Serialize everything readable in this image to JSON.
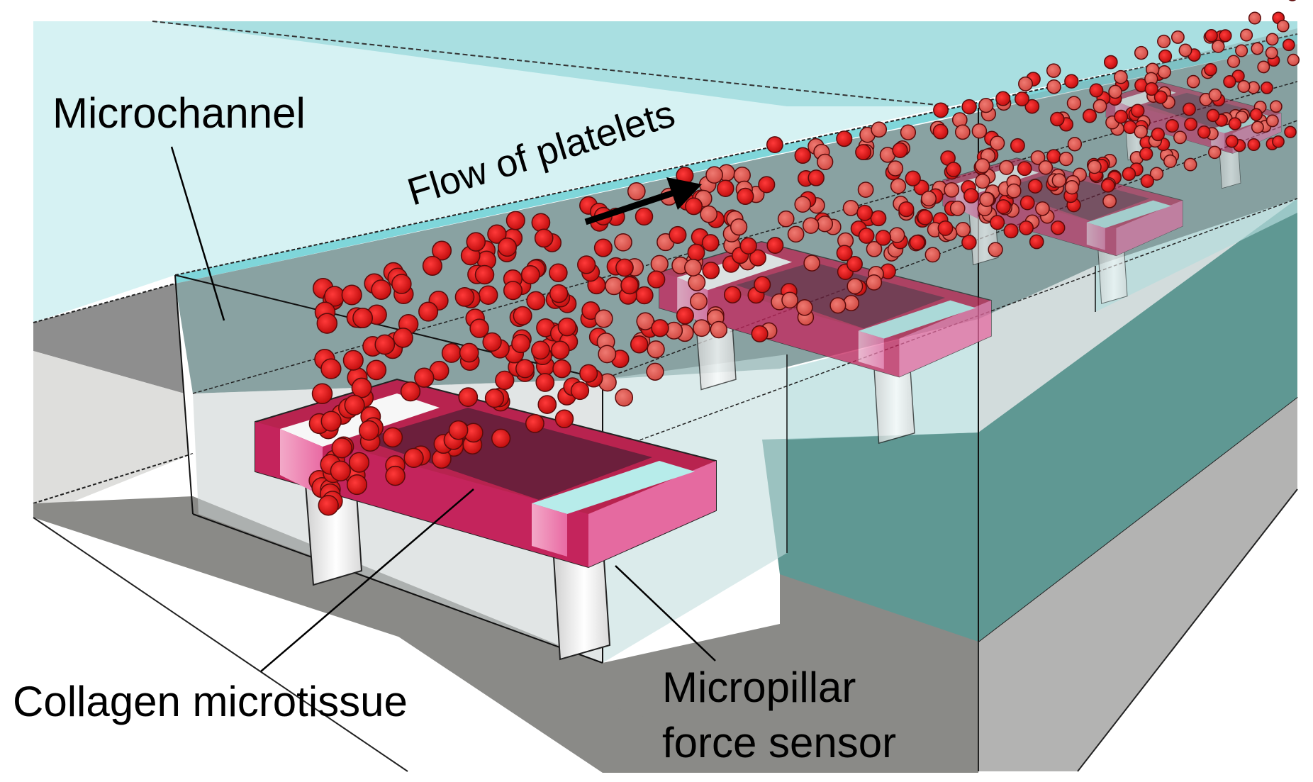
{
  "figure": {
    "type": "3D schematic",
    "subject": "Microfluidic platform with collagen microtissue on micropillar force sensors under platelet flow"
  },
  "labels": {
    "microchannel": "Microchannel",
    "flow": "Flow of platelets",
    "collagen": "Collagen microtissue",
    "micropillar_line1": "Micropillar",
    "micropillar_line2": "force sensor"
  },
  "colors": {
    "channel_top": "#d6f2f3",
    "channel_top_far": "#a9dfe1",
    "channel_lid_edge": "#7fd6da",
    "channel_wall": "#7f9a9a",
    "substrate_top": "#8a8a87",
    "substrate_side": "#b3b3b2",
    "light_floor": "#dededc",
    "teal_block": "#5f9893",
    "microtissue": "#c4245c",
    "microtissue_light": "#e56aa0",
    "pillar": "#f1f1f1",
    "platelet": "#e01818",
    "platelet_faded": "#e0605a",
    "outline": "#111111"
  },
  "components": [
    {
      "name": "microchannel",
      "count": 1
    },
    {
      "name": "collagen-microtissue",
      "count": 4
    },
    {
      "name": "micropillar",
      "count_per_microtissue": 4
    },
    {
      "name": "platelet",
      "description": "red spheres flowing along channel"
    }
  ]
}
